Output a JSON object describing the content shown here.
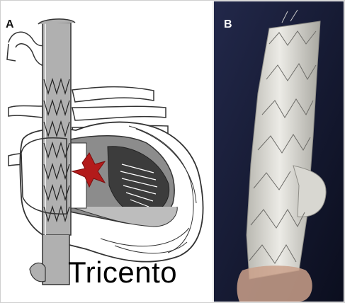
{
  "panels": {
    "a": {
      "letter": "A"
    },
    "b": {
      "letter": "B"
    }
  },
  "caption": "Tricento",
  "colors": {
    "stent_gray": "#9a9a9a",
    "red_arrow": "#b31b1b",
    "dark_background": "#10142a",
    "graft_fabric": "#d9d8d2"
  },
  "icons": {
    "heart_diagram": "heart-illustration-icon",
    "red_arrow": "red-arrow-icon",
    "stent_photo": "stent-graft-photo-icon"
  }
}
